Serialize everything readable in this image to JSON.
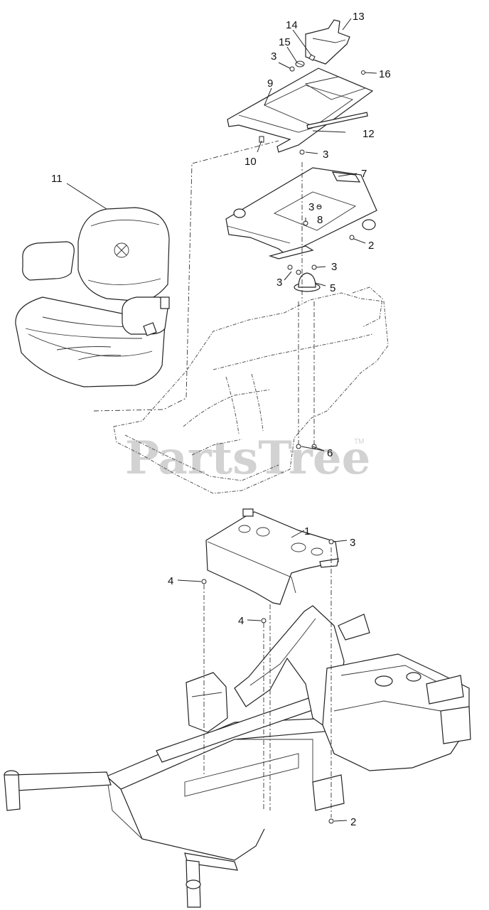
{
  "watermark": {
    "text": "PartsTree",
    "trademark": "TM"
  },
  "callouts": [
    {
      "id": "c13",
      "label": "13"
    },
    {
      "id": "c14",
      "label": "14"
    },
    {
      "id": "c15",
      "label": "15"
    },
    {
      "id": "c3a",
      "label": "3"
    },
    {
      "id": "c16",
      "label": "16"
    },
    {
      "id": "c9",
      "label": "9"
    },
    {
      "id": "c12",
      "label": "12"
    },
    {
      "id": "c10",
      "label": "10"
    },
    {
      "id": "c3b",
      "label": "3"
    },
    {
      "id": "c11",
      "label": "11"
    },
    {
      "id": "c7",
      "label": "7"
    },
    {
      "id": "c3c",
      "label": "3"
    },
    {
      "id": "c8",
      "label": "8"
    },
    {
      "id": "c2a",
      "label": "2"
    },
    {
      "id": "c3d",
      "label": "3"
    },
    {
      "id": "c3e",
      "label": "3"
    },
    {
      "id": "c5",
      "label": "5"
    },
    {
      "id": "c6",
      "label": "6"
    },
    {
      "id": "c1",
      "label": "1"
    },
    {
      "id": "c3f",
      "label": "3"
    },
    {
      "id": "c4a",
      "label": "4"
    },
    {
      "id": "c4b",
      "label": "4"
    },
    {
      "id": "c2b",
      "label": "2"
    }
  ]
}
